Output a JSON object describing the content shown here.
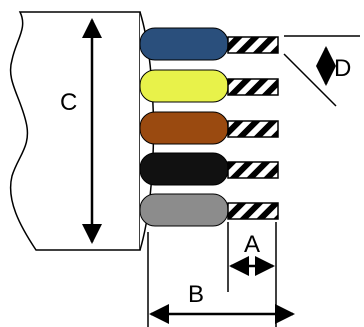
{
  "diagram": {
    "labels": {
      "a": "A",
      "b": "B",
      "c": "C",
      "d": "D"
    },
    "wires": [
      {
        "name": "blue",
        "color": "#2a4f7c"
      },
      {
        "name": "yellow",
        "color": "#e8f24a"
      },
      {
        "name": "brown",
        "color": "#9a4a10"
      },
      {
        "name": "black",
        "color": "#111111"
      },
      {
        "name": "gray",
        "color": "#8c8c8c"
      }
    ]
  }
}
